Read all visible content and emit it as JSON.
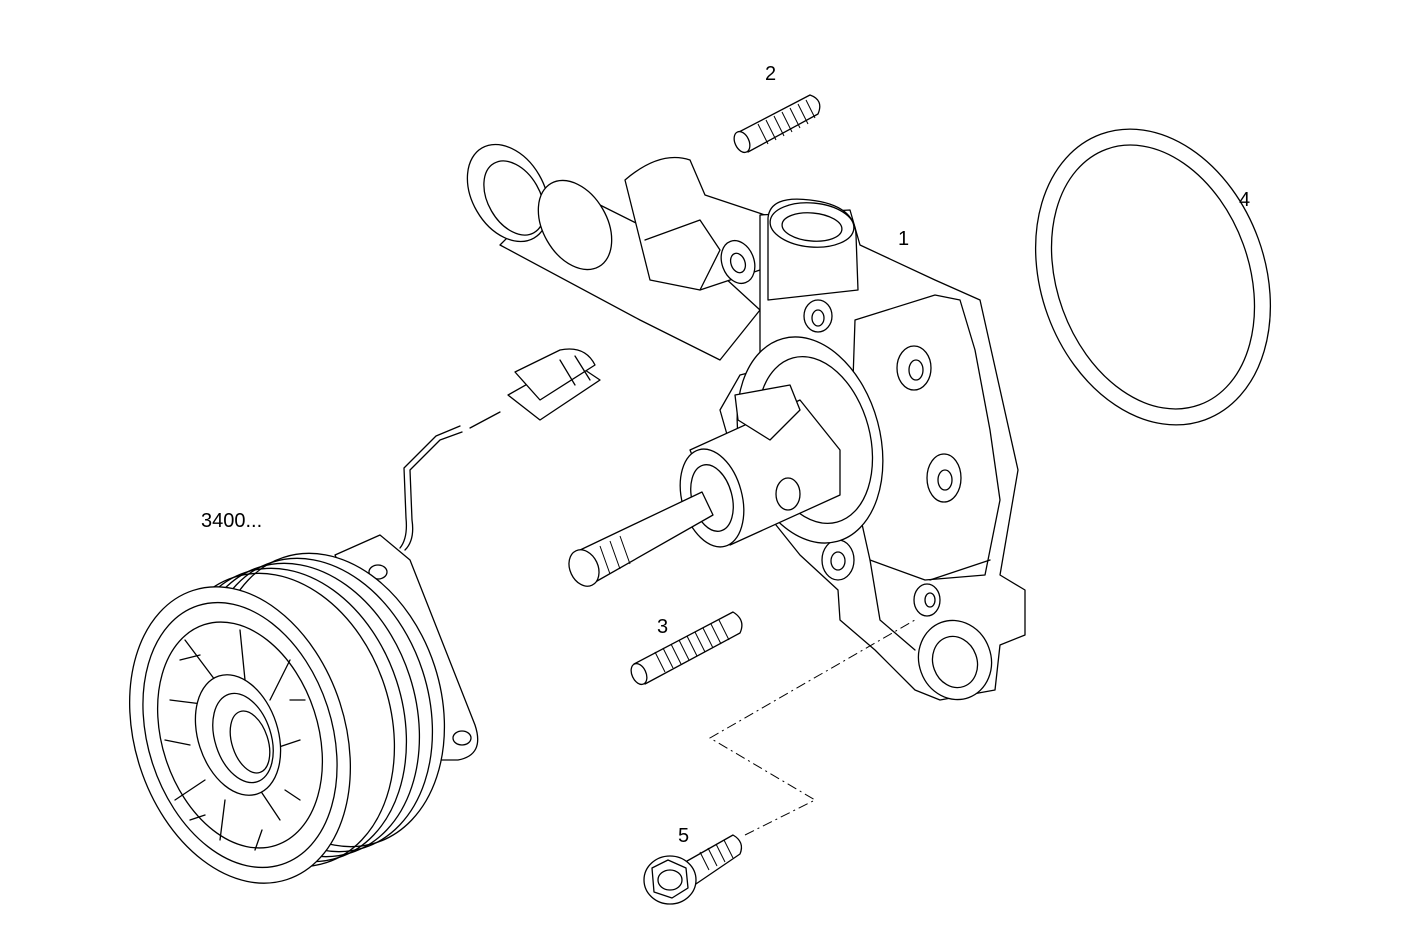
{
  "callouts": {
    "pump_body": "1",
    "upper_stud": "2",
    "lower_stud": "3",
    "gasket_ring": "4",
    "flange_screw": "5",
    "pulley_clutch": "3400..."
  }
}
